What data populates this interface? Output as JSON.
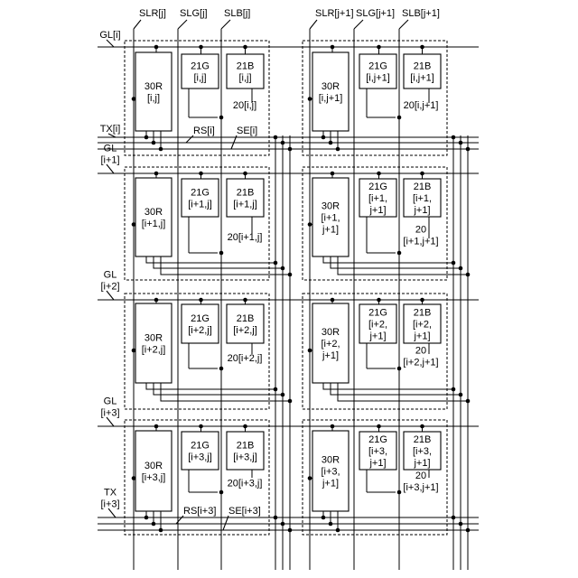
{
  "columns": [
    {
      "slr": "SLR[j]",
      "slg": "SLG[j]",
      "slb": "SLB[j]"
    },
    {
      "slr": "SLR[j+1]",
      "slg": "SLG[j+1]",
      "slb": "SLB[j+1]"
    }
  ],
  "rows": [
    {
      "gl": [
        "GL[i]"
      ],
      "tx": [
        "TX[i]"
      ],
      "rs": "RS[i]",
      "se": "SE[i]",
      "cells": [
        {
          "r": [
            "30R",
            "[i,j]"
          ],
          "g": [
            "21G",
            "[i,j]"
          ],
          "b": [
            "21B",
            "[i,j]"
          ],
          "id": [
            "20[i,j]"
          ]
        },
        {
          "r": [
            "30R",
            "[i,j+1]"
          ],
          "g": [
            "21G",
            "[i,j+1]"
          ],
          "b": [
            "21B",
            "[i,j+1]"
          ],
          "id": [
            "20[i,j+1]"
          ]
        }
      ]
    },
    {
      "gl": [
        "GL",
        "[i+1]"
      ],
      "tx": [],
      "rs": "",
      "se": "",
      "cells": [
        {
          "r": [
            "30R",
            "[i+1,j]"
          ],
          "g": [
            "21G",
            "[i+1,j]"
          ],
          "b": [
            "21B",
            "[i+1,j]"
          ],
          "id": [
            "20[i+1,j]"
          ]
        },
        {
          "r": [
            "30R",
            "[i+1,",
            "j+1]"
          ],
          "g": [
            "21G",
            "[i+1,",
            "j+1]"
          ],
          "b": [
            "21B",
            "[i+1,",
            "j+1]"
          ],
          "id": [
            "20",
            "[i+1,j+1]"
          ]
        }
      ]
    },
    {
      "gl": [
        "GL",
        "[i+2]"
      ],
      "tx": [],
      "rs": "",
      "se": "",
      "cells": [
        {
          "r": [
            "30R",
            "[i+2,j]"
          ],
          "g": [
            "21G",
            "[i+2,j]"
          ],
          "b": [
            "21B",
            "[i+2,j]"
          ],
          "id": [
            "20[i+2,j]"
          ]
        },
        {
          "r": [
            "30R",
            "[i+2,",
            "j+1]"
          ],
          "g": [
            "21G",
            "[i+2,",
            "j+1]"
          ],
          "b": [
            "21B",
            "[i+2,",
            "j+1]"
          ],
          "id": [
            "20",
            "[i+2,j+1]"
          ]
        }
      ]
    },
    {
      "gl": [
        "GL",
        "[i+3]"
      ],
      "tx": [
        "TX",
        "[i+3]"
      ],
      "rs": "RS[i+3]",
      "se": "SE[i+3]",
      "cells": [
        {
          "r": [
            "30R",
            "[i+3,j]"
          ],
          "g": [
            "21G",
            "[i+3,j]"
          ],
          "b": [
            "21B",
            "[i+3,j]"
          ],
          "id": [
            "20[i+3,j]"
          ]
        },
        {
          "r": [
            "30R",
            "[i+3,",
            "j+1]"
          ],
          "g": [
            "21G",
            "[i+3,",
            "j+1]"
          ],
          "b": [
            "21B",
            "[i+3,",
            "j+1]"
          ],
          "id": [
            "20",
            "[i+3,j+1]"
          ]
        }
      ]
    }
  ]
}
